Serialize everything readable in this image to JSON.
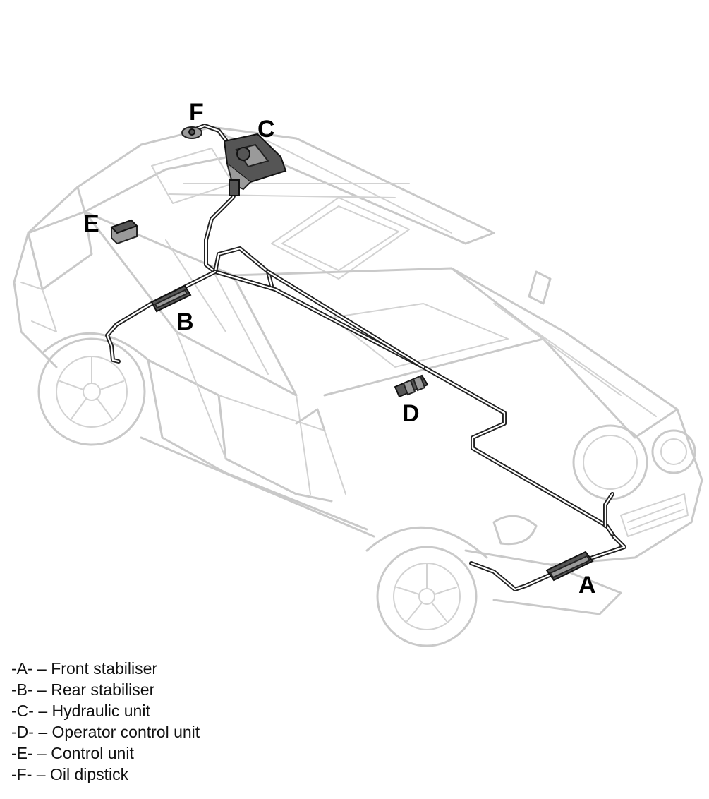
{
  "callouts": {
    "a": "A",
    "b": "B",
    "c": "C",
    "d": "D",
    "e": "E",
    "f": "F"
  },
  "legend": [
    "-A- – Front stabiliser",
    "-B- – Rear stabiliser",
    "-C- – Hydraulic unit",
    "-D- – Operator control unit",
    "-E- – Control unit",
    "-F- – Oil dipstick"
  ]
}
